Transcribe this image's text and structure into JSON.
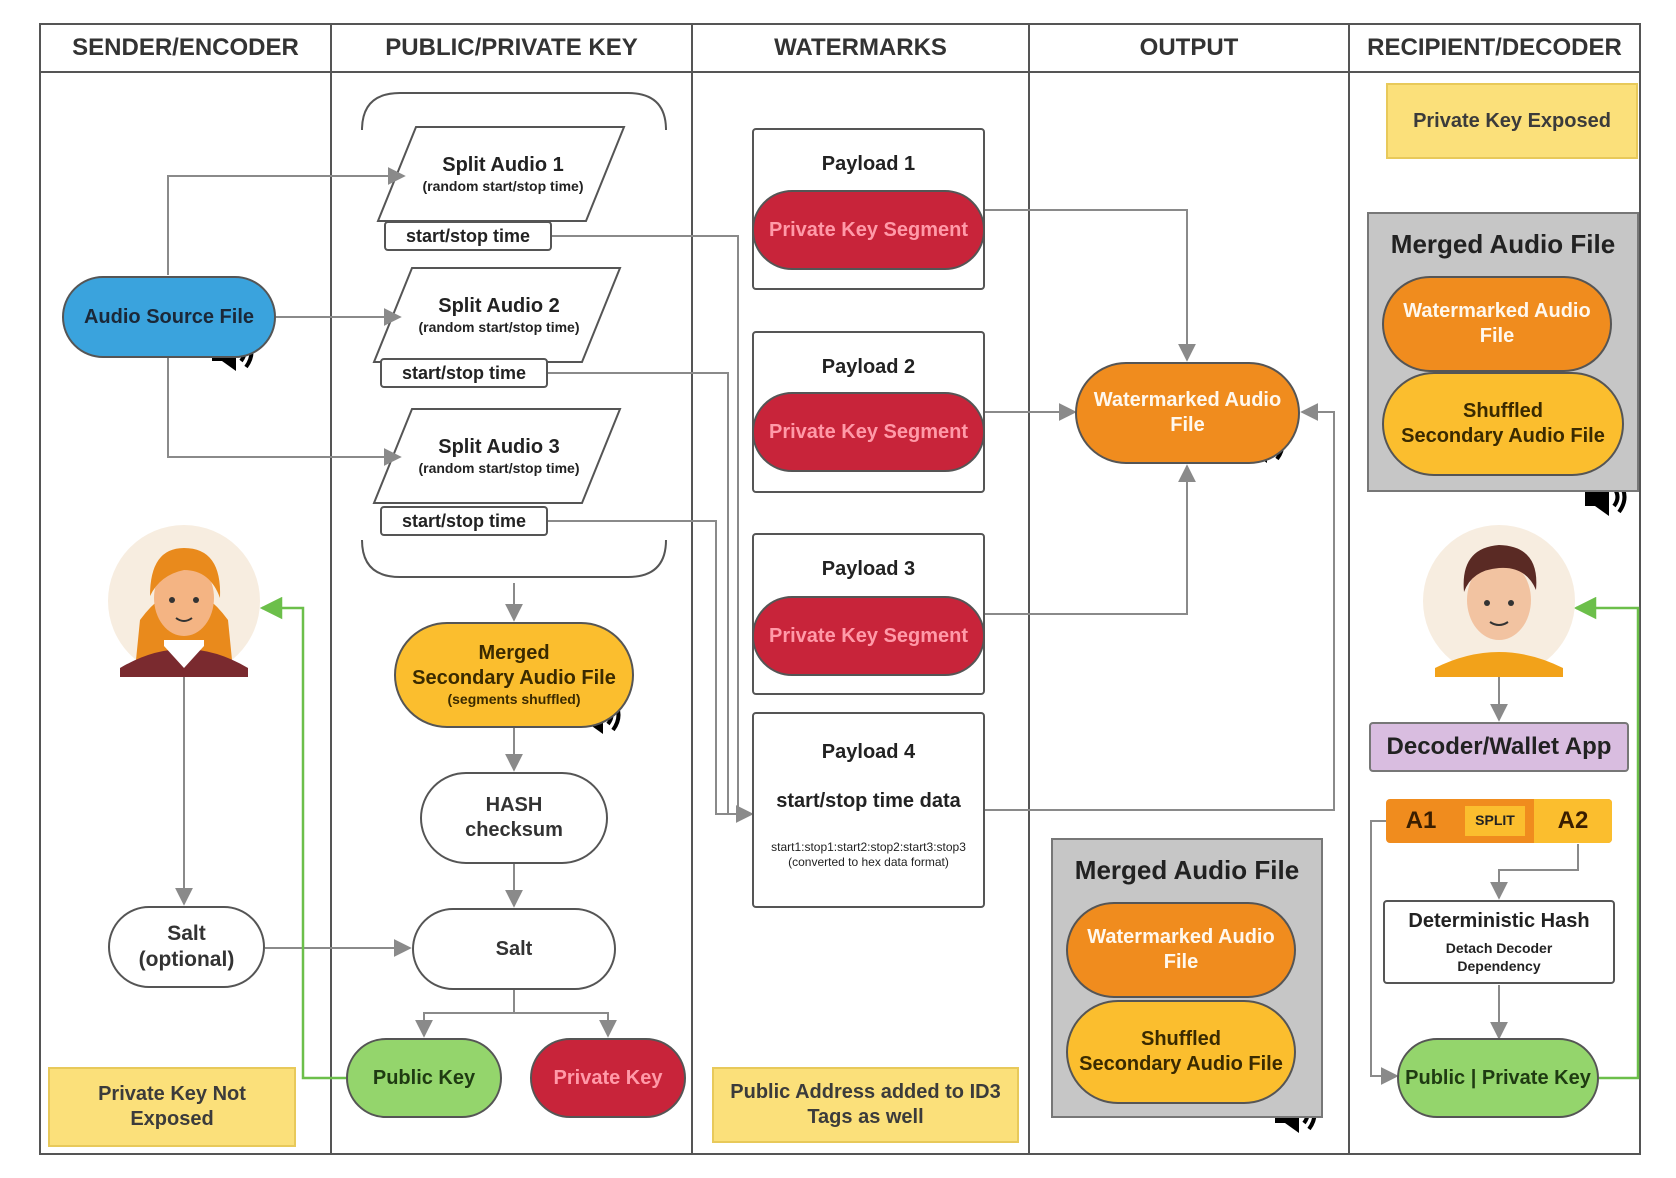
{
  "lanes": [
    "SENDER/ENCODER",
    "PUBLIC/PRIVATE KEY",
    "WATERMARKS",
    "OUTPUT",
    "RECIPIENT/DECODER"
  ],
  "sender": {
    "audio_source": "Audio Source File",
    "salt_line1": "Salt",
    "salt_line2": "(optional)",
    "note": "Private Key Not Exposed"
  },
  "keys": {
    "split1_title": "Split Audio 1",
    "split2_title": "Split Audio 2",
    "split3_title": "Split Audio 3",
    "split_sub": "(random start/stop time)",
    "startstop": "start/stop time",
    "merged_line1": "Merged",
    "merged_line2": "Secondary Audio File",
    "merged_sub": "(segments shuffled)",
    "hash_line1": "HASH",
    "hash_line2": "checksum",
    "salt": "Salt",
    "public_key": "Public Key",
    "private_key": "Private Key"
  },
  "watermarks": {
    "payload1": "Payload 1",
    "payload2": "Payload 2",
    "payload3": "Payload 3",
    "payload4": "Payload 4",
    "segment": "Private Key Segment",
    "startstop_data": "start/stop time data",
    "format_line1": "start1:stop1:start2:stop2:start3:stop3",
    "format_line2": "(converted to hex data format)",
    "note": "Public Address added to ID3 Tags as well"
  },
  "output": {
    "watermarked": "Watermarked Audio File",
    "merged_title": "Merged Audio File",
    "merged_watermarked": "Watermarked Audio File",
    "merged_shuffled_line1": "Shuffled",
    "merged_shuffled_line2": "Secondary Audio File"
  },
  "recipient": {
    "note": "Private Key Exposed",
    "merged_title": "Merged Audio File",
    "merged_watermarked": "Watermarked Audio File",
    "merged_shuffled_line1": "Shuffled",
    "merged_shuffled_line2": "Secondary Audio File",
    "decoder_app": "Decoder/Wallet App",
    "a1": "A1",
    "split": "SPLIT",
    "a2": "A2",
    "det_hash": "Deterministic Hash",
    "det_sub1": "Detach Decoder",
    "det_sub2": "Dependency",
    "keypair": "Public | Private Key"
  },
  "colors": {
    "audio_source": "#3aa3dd",
    "watermarked": "#f08c1e",
    "secondary": "#fbbe2e",
    "private_key": "#c8243a",
    "public_key": "#94d56c",
    "note": "#fbe07a",
    "decoder_app": "#d9bde0",
    "connector": "#8a8a8a",
    "key_return": "#6cbf4a"
  },
  "icons": [
    "speaker-icon",
    "woman-avatar",
    "man-avatar"
  ]
}
